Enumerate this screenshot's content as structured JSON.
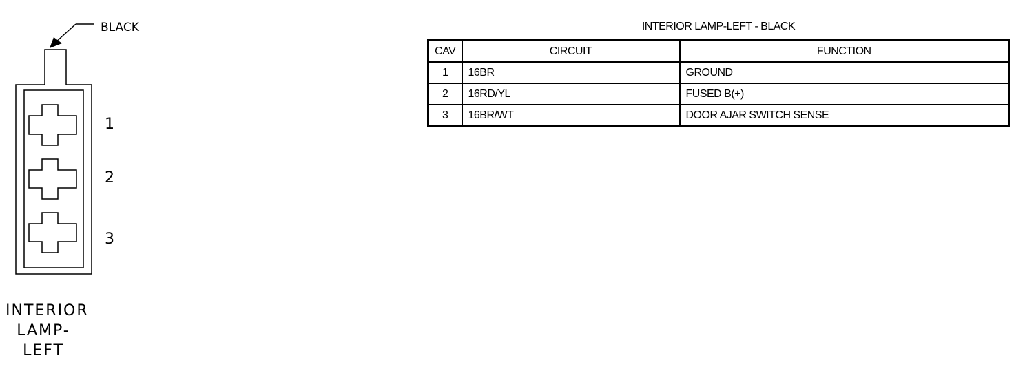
{
  "connector": {
    "color_callout": "BLACK",
    "cavities": [
      "1",
      "2",
      "3"
    ],
    "name_lines": [
      "INTERIOR",
      "LAMP-",
      "LEFT"
    ]
  },
  "table": {
    "title": "INTERIOR LAMP-LEFT - BLACK",
    "headers": {
      "cav": "CAV",
      "circuit": "CIRCUIT",
      "function": "FUNCTION"
    },
    "rows": [
      {
        "cav": "1",
        "circuit": "16BR",
        "function": "GROUND"
      },
      {
        "cav": "2",
        "circuit": "16RD/YL",
        "function": "FUSED B(+)"
      },
      {
        "cav": "3",
        "circuit": "16BR/WT",
        "function": "DOOR AJAR SWITCH SENSE"
      }
    ]
  },
  "colors": {
    "ink": "#000000",
    "background": "#ffffff"
  }
}
